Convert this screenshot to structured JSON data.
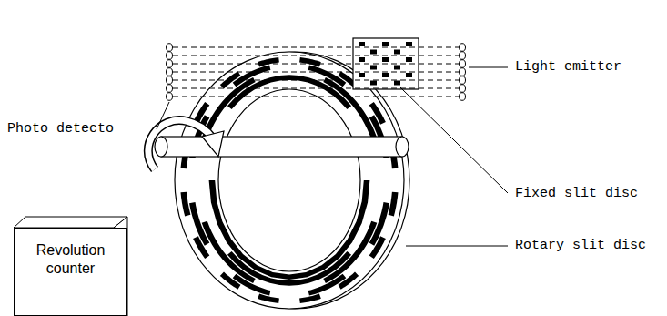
{
  "diagram": {
    "nodes": [
      {
        "text": [
          "Revolution counter"
        ]
      }
    ],
    "labels": [
      "Light emitter",
      "Photo detecto",
      "Fixed slit disc",
      "Rotary slit disc"
    ]
  }
}
